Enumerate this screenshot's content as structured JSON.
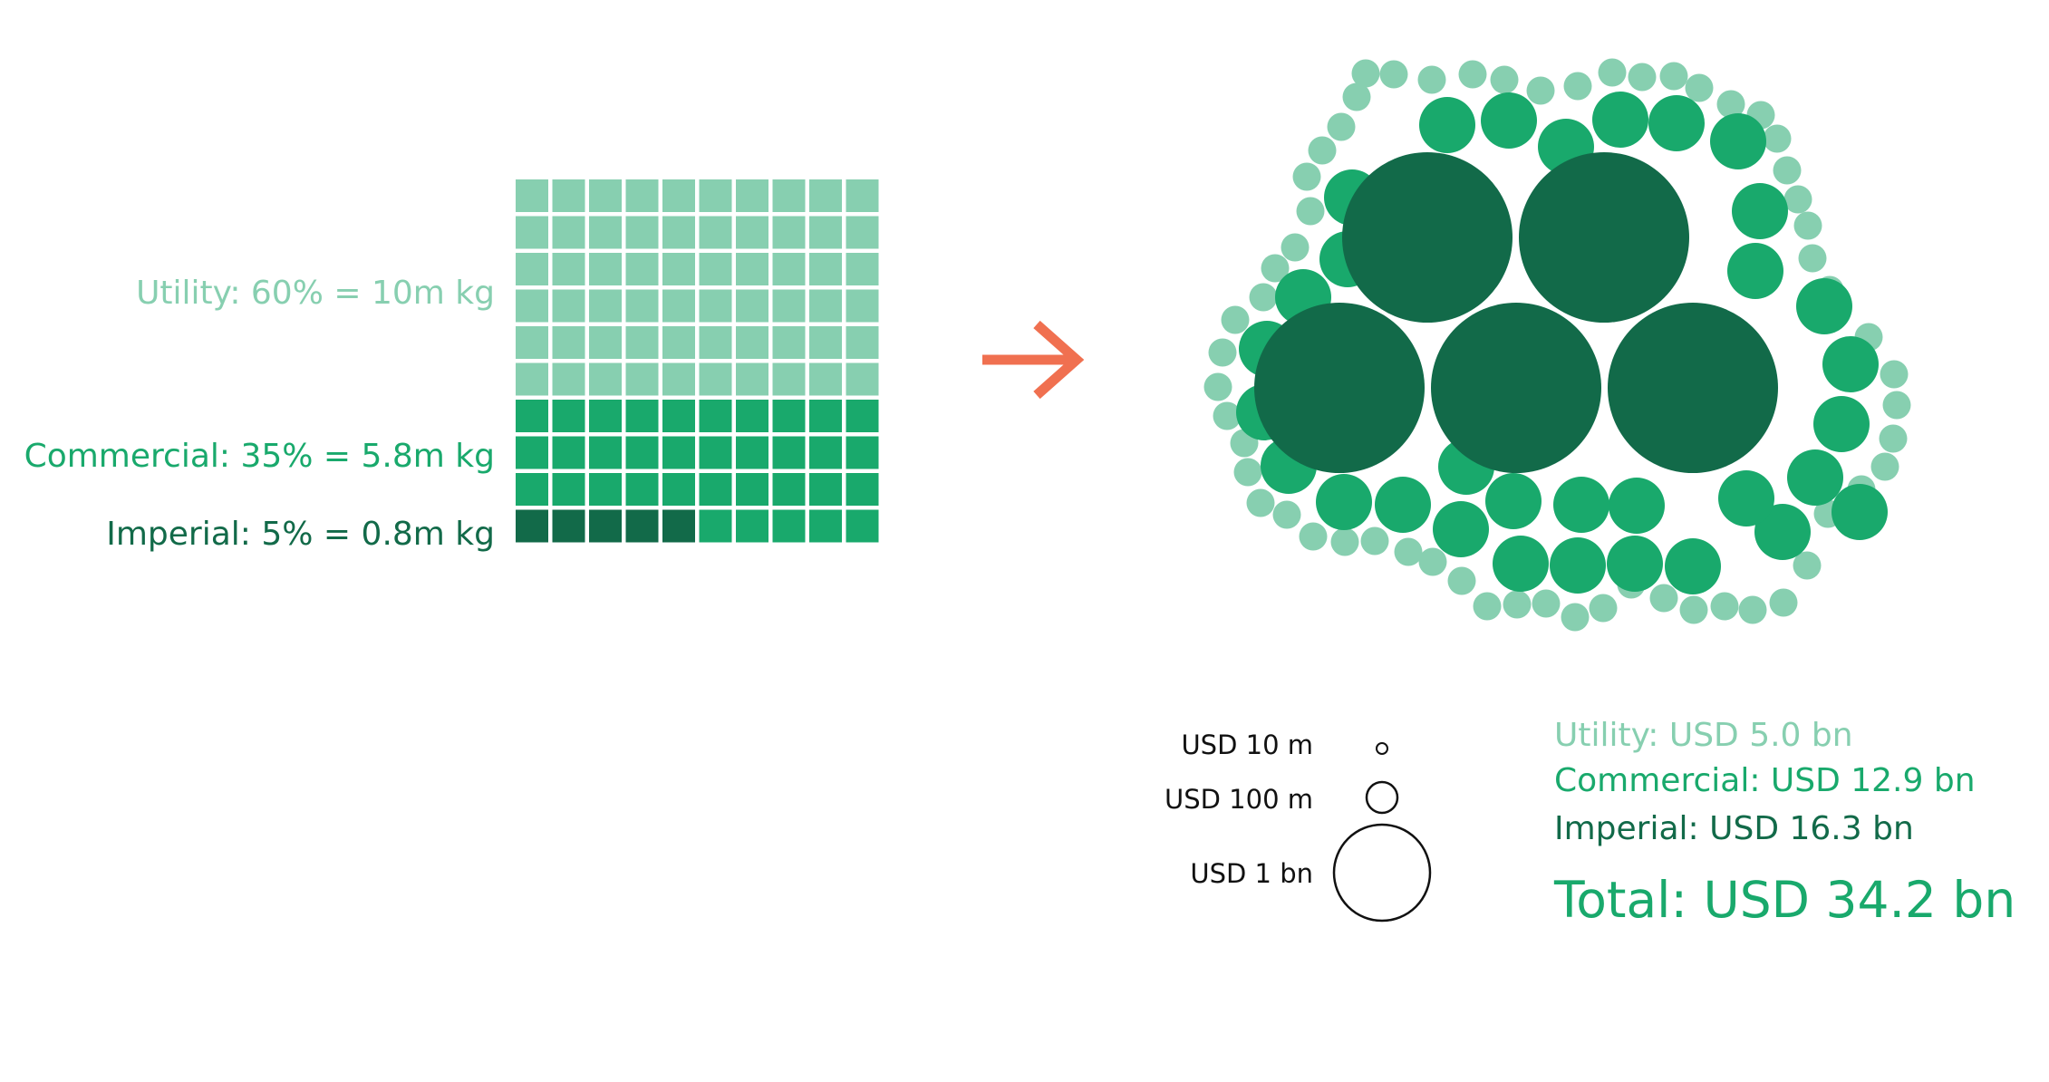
{
  "colors": {
    "utility": "#87cfb0",
    "commercial": "#19a96c",
    "imperial": "#126a49",
    "arrow": "#f07050",
    "background": "#ffffff",
    "legend_ink": "#111111"
  },
  "waffle": {
    "labels": {
      "utility": "Utility: 60% = 10m kg",
      "commercial": "Commercial: 35% = 5.8m kg",
      "imperial": "Imperial: 5% = 0.8m kg"
    },
    "units": {
      "utility": 60,
      "commercial": 35,
      "imperial": 5
    },
    "grid": {
      "rows": 10,
      "cols": 10
    }
  },
  "arrow": {
    "icon": "arrow-right-icon"
  },
  "bubbles": {
    "large_count": 5
  },
  "stats": {
    "utility": "Utility: USD 5.0 bn",
    "commercial": "Commercial: USD 12.9 bn",
    "imperial": "Imperial: USD 16.3 bn",
    "total": "Total: USD 34.2 bn"
  },
  "size_legend": {
    "items": [
      {
        "label": "USD 10 m",
        "value": 10
      },
      {
        "label": "USD 100 m",
        "value": 100
      },
      {
        "label": "USD 1 bn",
        "value": 1000
      }
    ]
  }
}
